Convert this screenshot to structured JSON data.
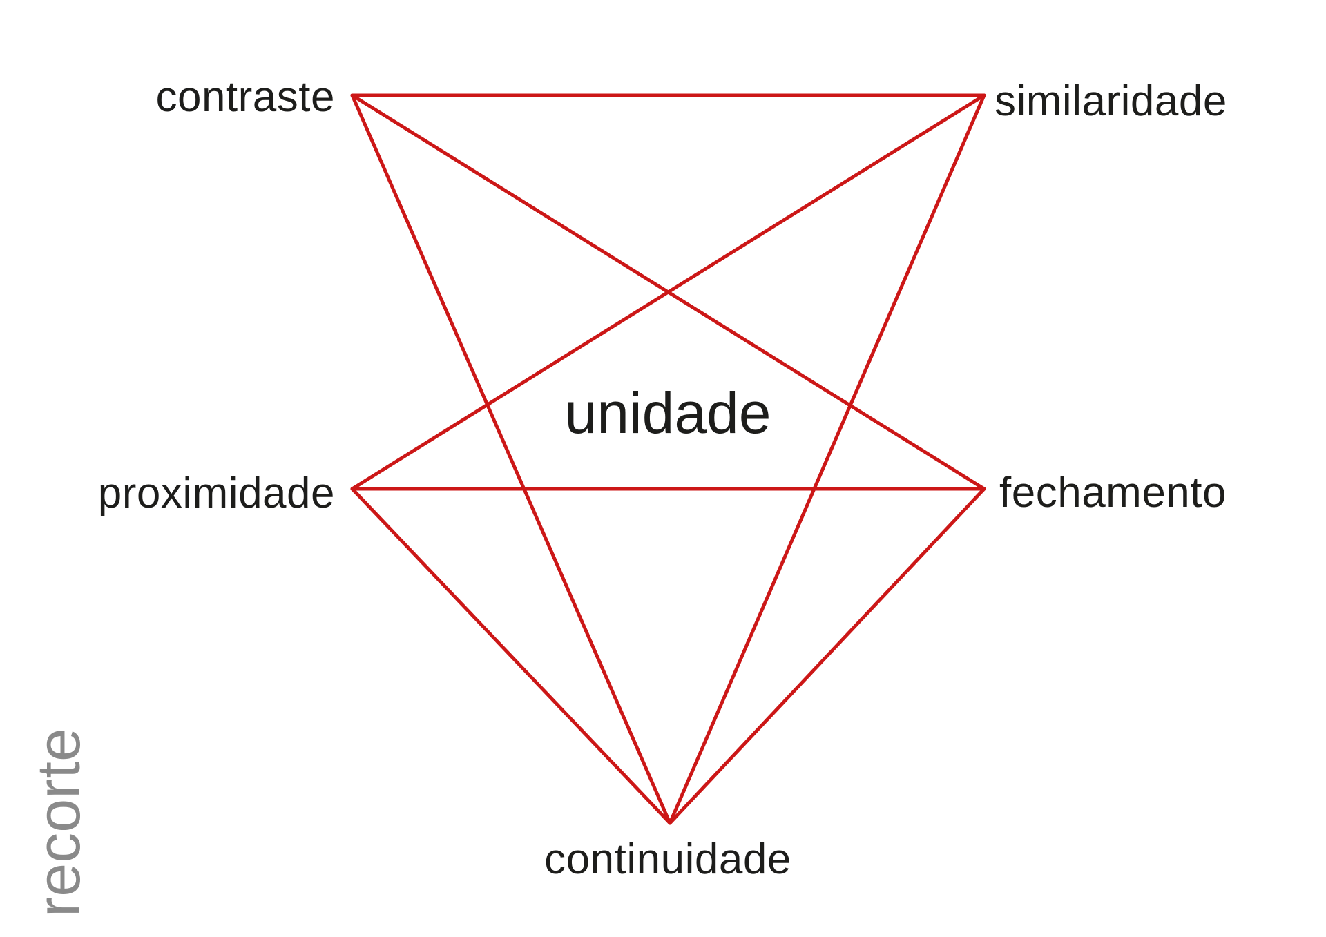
{
  "diagram": {
    "center_label": "unidade",
    "side_label": "recorte",
    "line_color": "#cc1717",
    "text_color": "#1d1d1b",
    "side_label_color": "#8a8a8a",
    "nodes": [
      {
        "id": "contraste",
        "label": "contraste"
      },
      {
        "id": "similaridade",
        "label": "similaridade"
      },
      {
        "id": "proximidade",
        "label": "proximidade"
      },
      {
        "id": "fechamento",
        "label": "fechamento"
      },
      {
        "id": "continuidade",
        "label": "continuidade"
      }
    ],
    "edges": [
      {
        "from": "contraste",
        "to": "similaridade"
      },
      {
        "from": "contraste",
        "to": "fechamento"
      },
      {
        "from": "contraste",
        "to": "continuidade"
      },
      {
        "from": "similaridade",
        "to": "proximidade"
      },
      {
        "from": "similaridade",
        "to": "continuidade"
      },
      {
        "from": "proximidade",
        "to": "fechamento"
      },
      {
        "from": "proximidade",
        "to": "continuidade"
      },
      {
        "from": "fechamento",
        "to": "continuidade"
      }
    ]
  }
}
